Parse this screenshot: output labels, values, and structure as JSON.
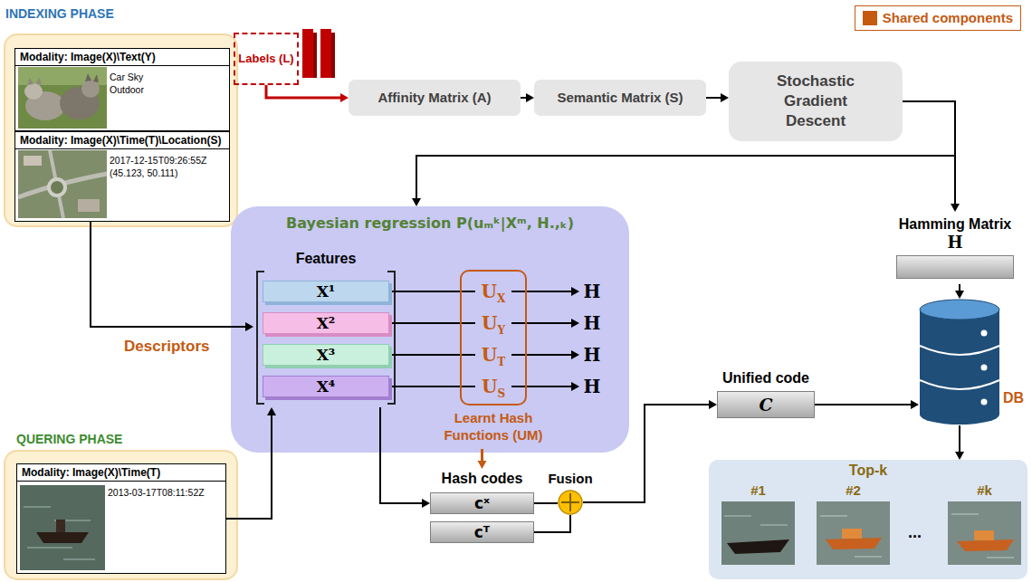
{
  "diagram": {
    "nodes": [
      {
        "text": [
          "Modality: Image(X)\\Text(Y)",
          "Car Sky Outdoor"
        ]
      },
      {
        "text": [
          "Modality: Image(X)\\Time(T)\\Location(S)",
          "2017-12-15T09:26:55Z (45.123, 50.111)"
        ]
      },
      {
        "text": [
          "Labels (L)"
        ]
      },
      {
        "text": [
          "Affinity Matrix (A)"
        ]
      },
      {
        "text": [
          "Semantic Matrix (S)"
        ]
      },
      {
        "text": [
          "Stochastic Gradient Descent"
        ]
      },
      {
        "text": [
          "Hamming Matrix",
          "H"
        ]
      },
      {
        "text": [
          "Bayesian regression P(uₘᵏ|Xᵐ, H.,ₖ)"
        ]
      },
      {
        "text": [
          "Features"
        ],
        "in": 7
      },
      {
        "text": [
          "X¹"
        ],
        "in": 8
      },
      {
        "text": [
          "X²"
        ],
        "in": 8
      },
      {
        "text": [
          "X³"
        ],
        "in": 8
      },
      {
        "text": [
          "X⁴"
        ],
        "in": 8
      },
      {
        "text": [
          "Learnt Hash Functions (UM)"
        ],
        "in": 7
      },
      {
        "text": [
          "U",
          "X"
        ],
        "in": 13
      },
      {
        "text": [
          "U",
          "Y"
        ],
        "in": 13
      },
      {
        "text": [
          "U",
          "T"
        ],
        "in": 13
      },
      {
        "text": [
          "U",
          "S"
        ],
        "in": 13
      },
      {
        "text": [
          "H"
        ],
        "in": 7
      },
      {
        "text": [
          "H"
        ],
        "in": 7
      },
      {
        "text": [
          "H"
        ],
        "in": 7
      },
      {
        "text": [
          "H"
        ],
        "in": 7
      },
      {
        "text": [
          "Modality: Image(X)\\Time(T)",
          "2013-03-17T08:11:52Z"
        ]
      },
      {
        "text": [
          "Hash codes"
        ]
      },
      {
        "text": [
          "cˣ"
        ],
        "in": 23
      },
      {
        "text": [
          "cᵀ"
        ],
        "in": 23
      },
      {
        "text": [
          "Fusion"
        ]
      },
      {
        "text": [
          "Unified code",
          "C"
        ]
      },
      {
        "text": [
          "DB"
        ]
      },
      {
        "text": [
          "Top-k"
        ]
      },
      {
        "text": [
          "#1"
        ],
        "in": 29
      },
      {
        "text": [
          "#2"
        ],
        "in": 29
      },
      {
        "text": [
          "#k"
        ],
        "in": 29
      }
    ],
    "edges": [
      {
        "from": 2,
        "to": 3,
        "arrow": "to"
      },
      {
        "from": 3,
        "to": 4,
        "arrow": "to"
      },
      {
        "from": 4,
        "to": 5,
        "arrow": "to"
      },
      {
        "from": 5,
        "to": 6,
        "arrow": "to"
      },
      {
        "from": 5,
        "to": 7,
        "arrow": "to"
      },
      {
        "from": 6,
        "to": 28,
        "arrow": "to"
      },
      {
        "from": 1,
        "to": 8,
        "label": "Descriptors",
        "arrow": "to"
      },
      {
        "from": 22,
        "to": 8,
        "arrow": "to"
      },
      {
        "from": 8,
        "to": 24,
        "arrow": "to"
      },
      {
        "from": 13,
        "to": 23,
        "arrow": "to"
      },
      {
        "from": 9,
        "to": 14,
        "arrow": "none"
      },
      {
        "from": 10,
        "to": 15,
        "arrow": "none"
      },
      {
        "from": 11,
        "to": 16,
        "arrow": "none"
      },
      {
        "from": 12,
        "to": 17,
        "arrow": "none"
      },
      {
        "from": 14,
        "to": 18,
        "arrow": "to"
      },
      {
        "from": 15,
        "to": 19,
        "arrow": "to"
      },
      {
        "from": 16,
        "to": 20,
        "arrow": "to"
      },
      {
        "from": 17,
        "to": 21,
        "arrow": "to"
      },
      {
        "from": 24,
        "to": 26,
        "arrow": "none"
      },
      {
        "from": 25,
        "to": 26,
        "arrow": "none"
      },
      {
        "from": 26,
        "to": 27,
        "arrow": "to"
      },
      {
        "from": 27,
        "to": 28,
        "arrow": "to"
      },
      {
        "from": 28,
        "to": 29,
        "arrow": "to"
      }
    ],
    "labels": [
      "INDEXING PHASE",
      "QUERING PHASE",
      "..."
    ],
    "legend": [
      {
        "text": "Shared components",
        "color": "#c55a11"
      }
    ]
  }
}
